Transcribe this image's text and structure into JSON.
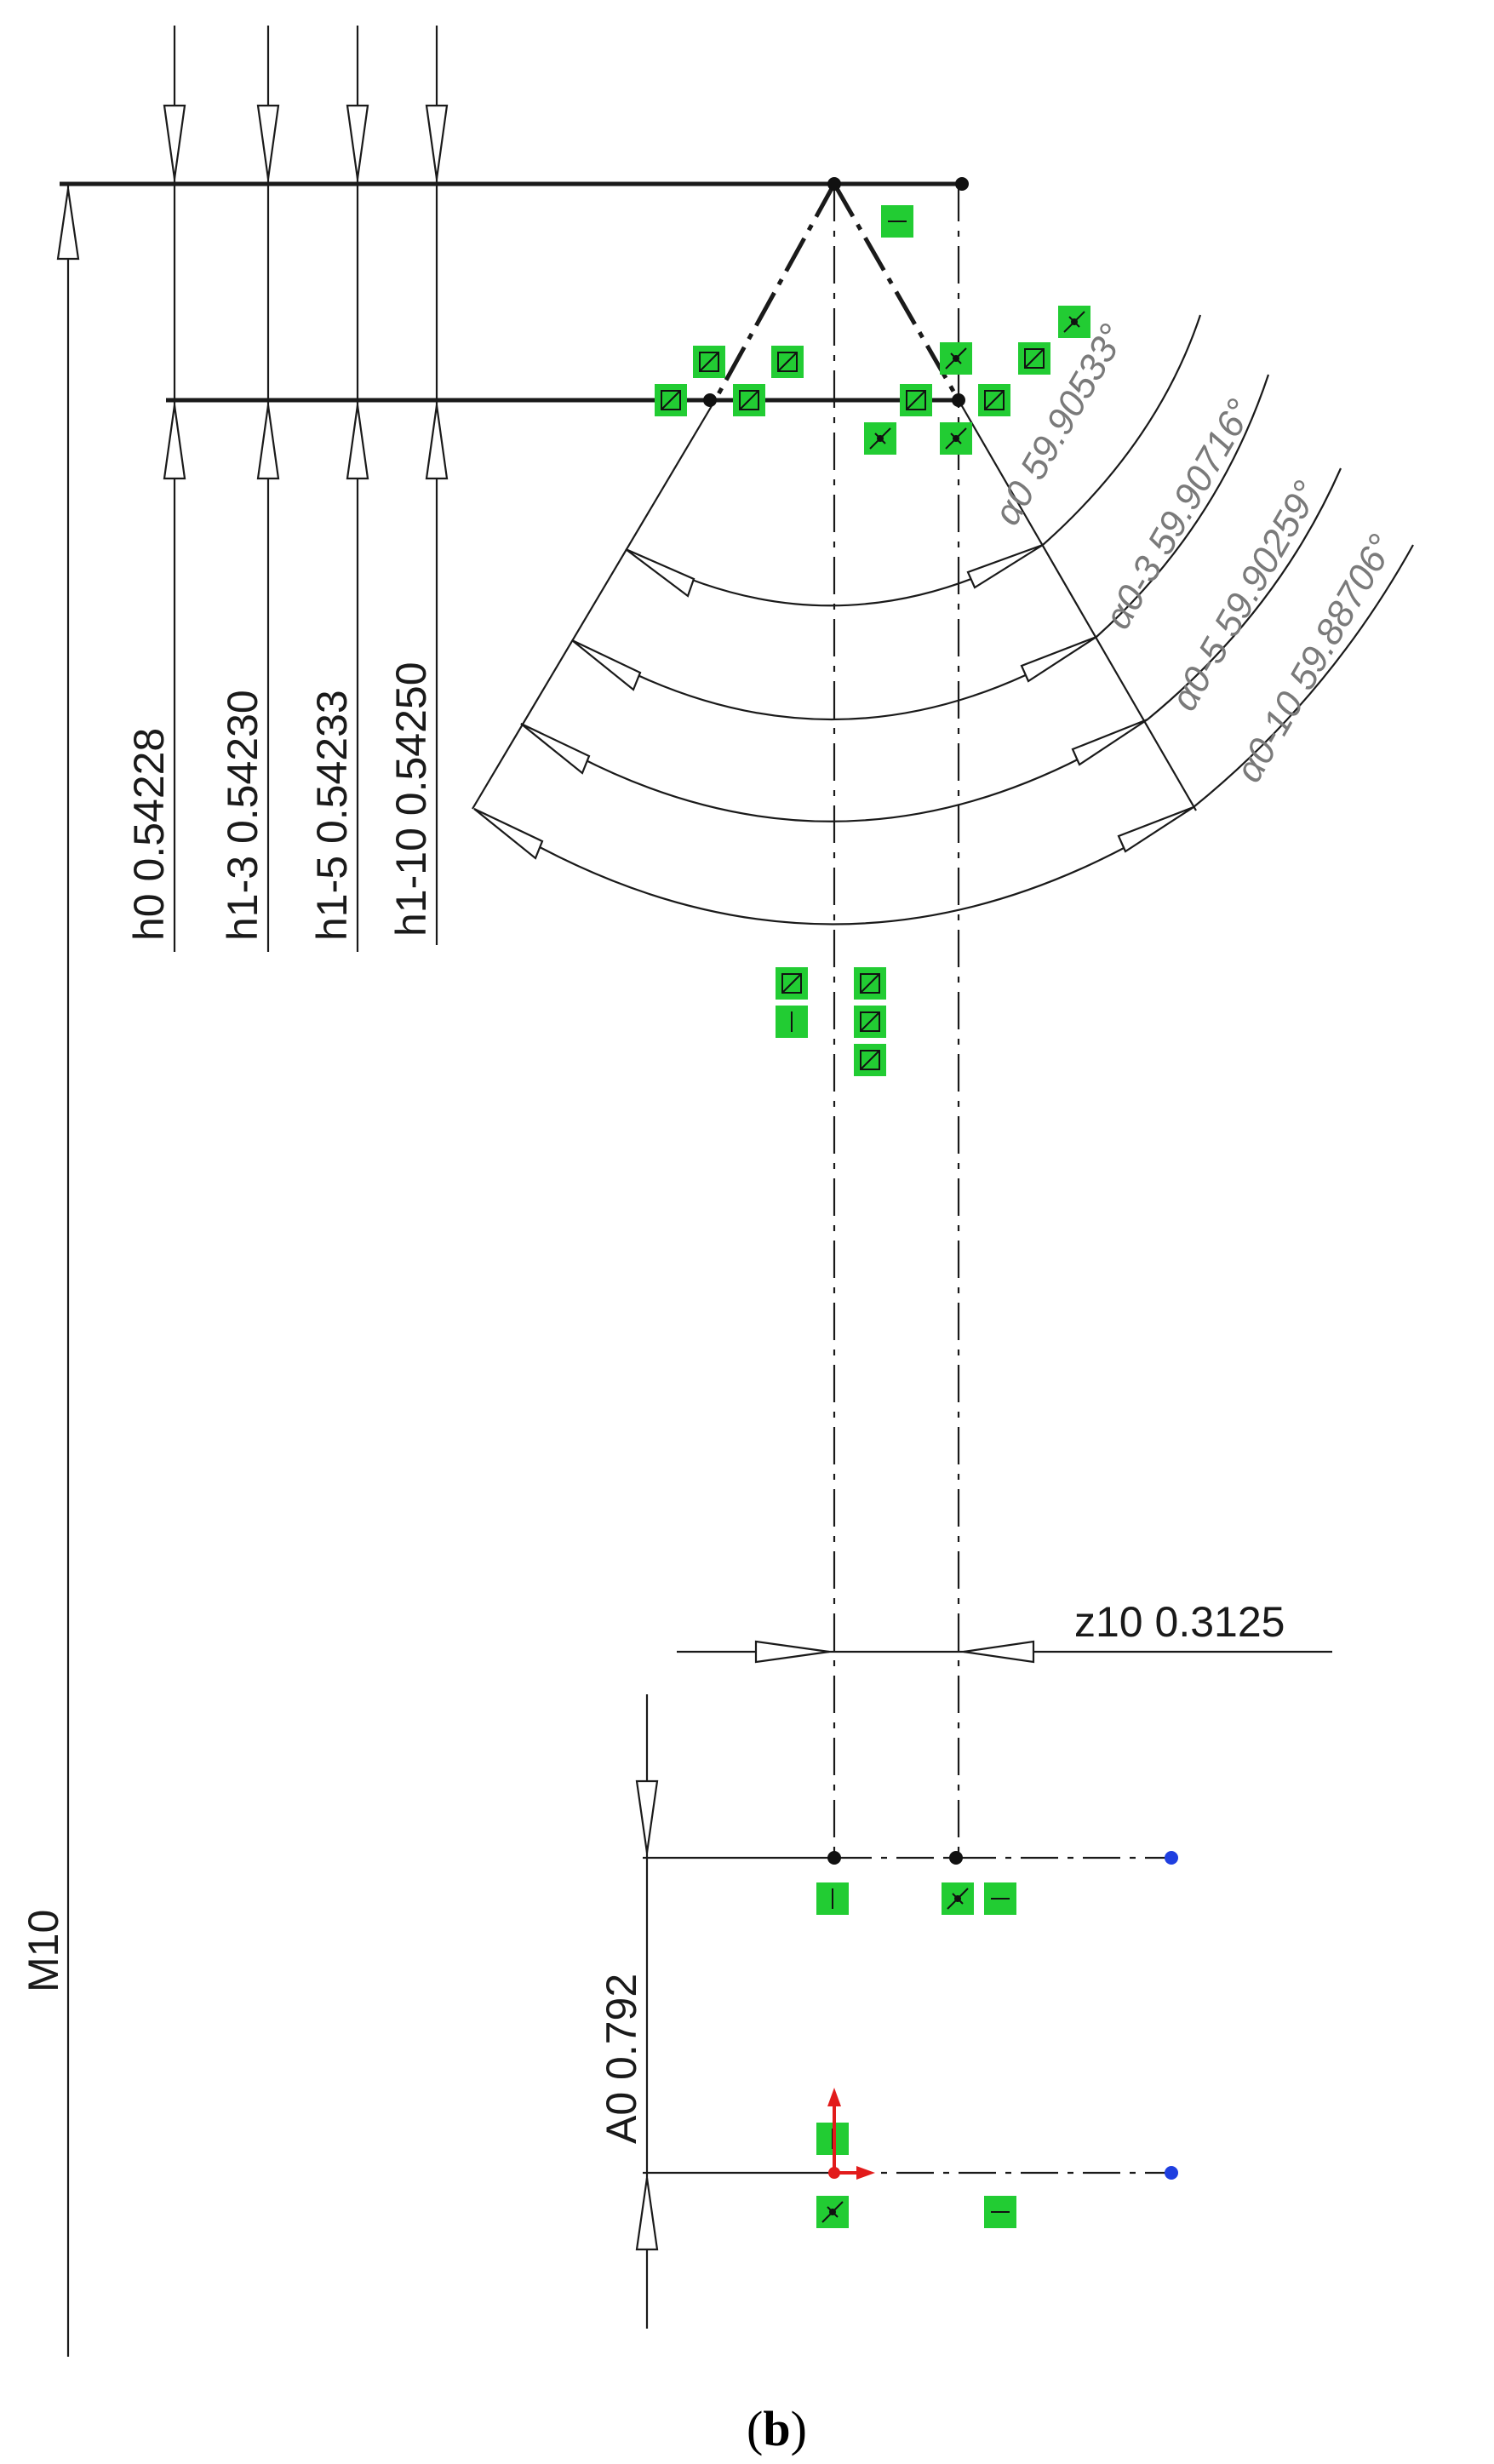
{
  "dimensions": {
    "h0": "h0  0.54228",
    "h1_3": "h1-3  0.54230",
    "h1_5": "h1-5  0.54233",
    "h1_10": "h1-10  0.54250",
    "m10": "M10",
    "z10": "z10  0.3125",
    "a0": "A0  0.792"
  },
  "angles": {
    "a0": "α0  59.90533°",
    "a0_3": "α0-3  59.90716°",
    "a0_5": "α0-5  59.90259°",
    "a0_10": "α0-10  59.88706°"
  },
  "caption": {
    "open": "(",
    "letter": "b",
    "close": ")"
  },
  "colors": {
    "relation_bg": "#22cc33",
    "origin": "#e21b1b",
    "endpoint": "#1f3fe0",
    "line": "#1a1a1a",
    "angle_text": "#7a7a7a"
  },
  "icons": {
    "relation_horizontal": "horizontal-relation-icon",
    "relation_fix": "fix-relation-icon",
    "relation_coincident": "coincident-relation-icon",
    "origin": "origin-icon"
  }
}
